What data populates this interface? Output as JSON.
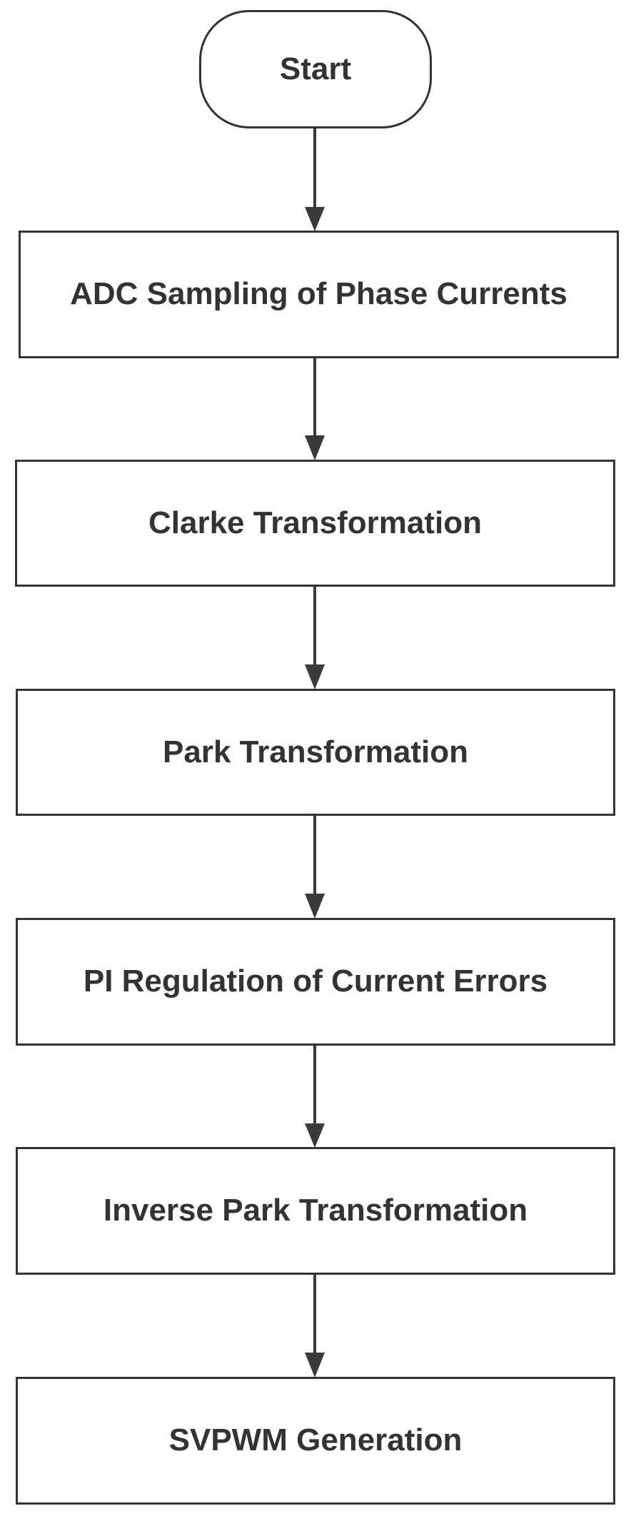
{
  "flowchart": {
    "steps": [
      {
        "label": "Start",
        "shape": "terminal"
      },
      {
        "label": "ADC Sampling of Phase Currents",
        "shape": "process"
      },
      {
        "label": "Clarke Transformation",
        "shape": "process"
      },
      {
        "label": "Park Transformation",
        "shape": "process"
      },
      {
        "label": "PI Regulation of Current Errors",
        "shape": "process"
      },
      {
        "label": "Inverse Park Transformation",
        "shape": "process"
      },
      {
        "label": "SVPWM Generation",
        "shape": "process"
      }
    ],
    "colors": {
      "stroke": "#333333",
      "fill": "#ffffff",
      "text": "#333333"
    }
  }
}
